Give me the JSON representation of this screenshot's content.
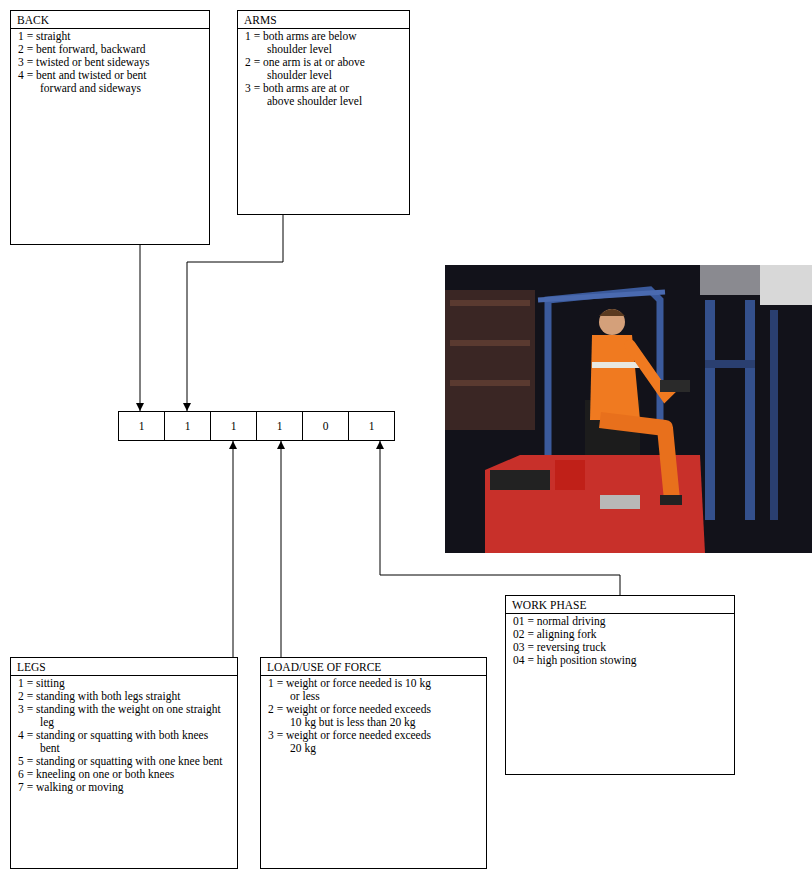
{
  "diagram": {
    "nodes": [
      {
        "text": [
          "BACK",
          "1 = straight",
          "2 = bent forward, backward",
          "3 = twisted or bent sideways",
          "4 = bent and twisted or bent forward and sideways"
        ]
      },
      {
        "text": [
          "ARMS",
          "1 = both arms are below shoulder level",
          "2 = one arm is at or above shoulder level",
          "3 = both arms are at or above shoulder level"
        ]
      },
      {
        "text": [
          "1"
        ]
      },
      {
        "text": [
          "1"
        ]
      },
      {
        "text": [
          "1"
        ]
      },
      {
        "text": [
          "1"
        ]
      },
      {
        "text": [
          "0"
        ]
      },
      {
        "text": [
          "1"
        ]
      },
      {
        "text": [
          "LEGS",
          "1 = sitting",
          "2 = standing with both legs straight",
          "3 = standing with the weight on one straight leg",
          "4 = standing or squatting with both knees bent",
          "5 = standing or squatting with one knee bent",
          "6 = kneeling on one or both knees",
          "7 = walking or moving"
        ]
      },
      {
        "text": [
          "LOAD/USE OF FORCE",
          "1 = weight or force needed is 10 kg or less",
          "2 = weight or force needed exceeds 10 kg but is less than 20 kg",
          "3 = weight or force needed exceeds 20 kg"
        ]
      },
      {
        "text": [
          "WORK PHASE",
          "01 = normal driving",
          "02 = aligning fork",
          "03 = reversing truck",
          "04 = high position stowing"
        ]
      }
    ],
    "edges": [
      {
        "from": 0,
        "to": 2,
        "arrow": "to"
      },
      {
        "from": 1,
        "to": 3,
        "arrow": "to"
      },
      {
        "from": 8,
        "to": 4,
        "arrow": "to"
      },
      {
        "from": 9,
        "to": 5,
        "arrow": "to"
      },
      {
        "from": 10,
        "to": 7,
        "arrow": "to"
      }
    ]
  }
}
